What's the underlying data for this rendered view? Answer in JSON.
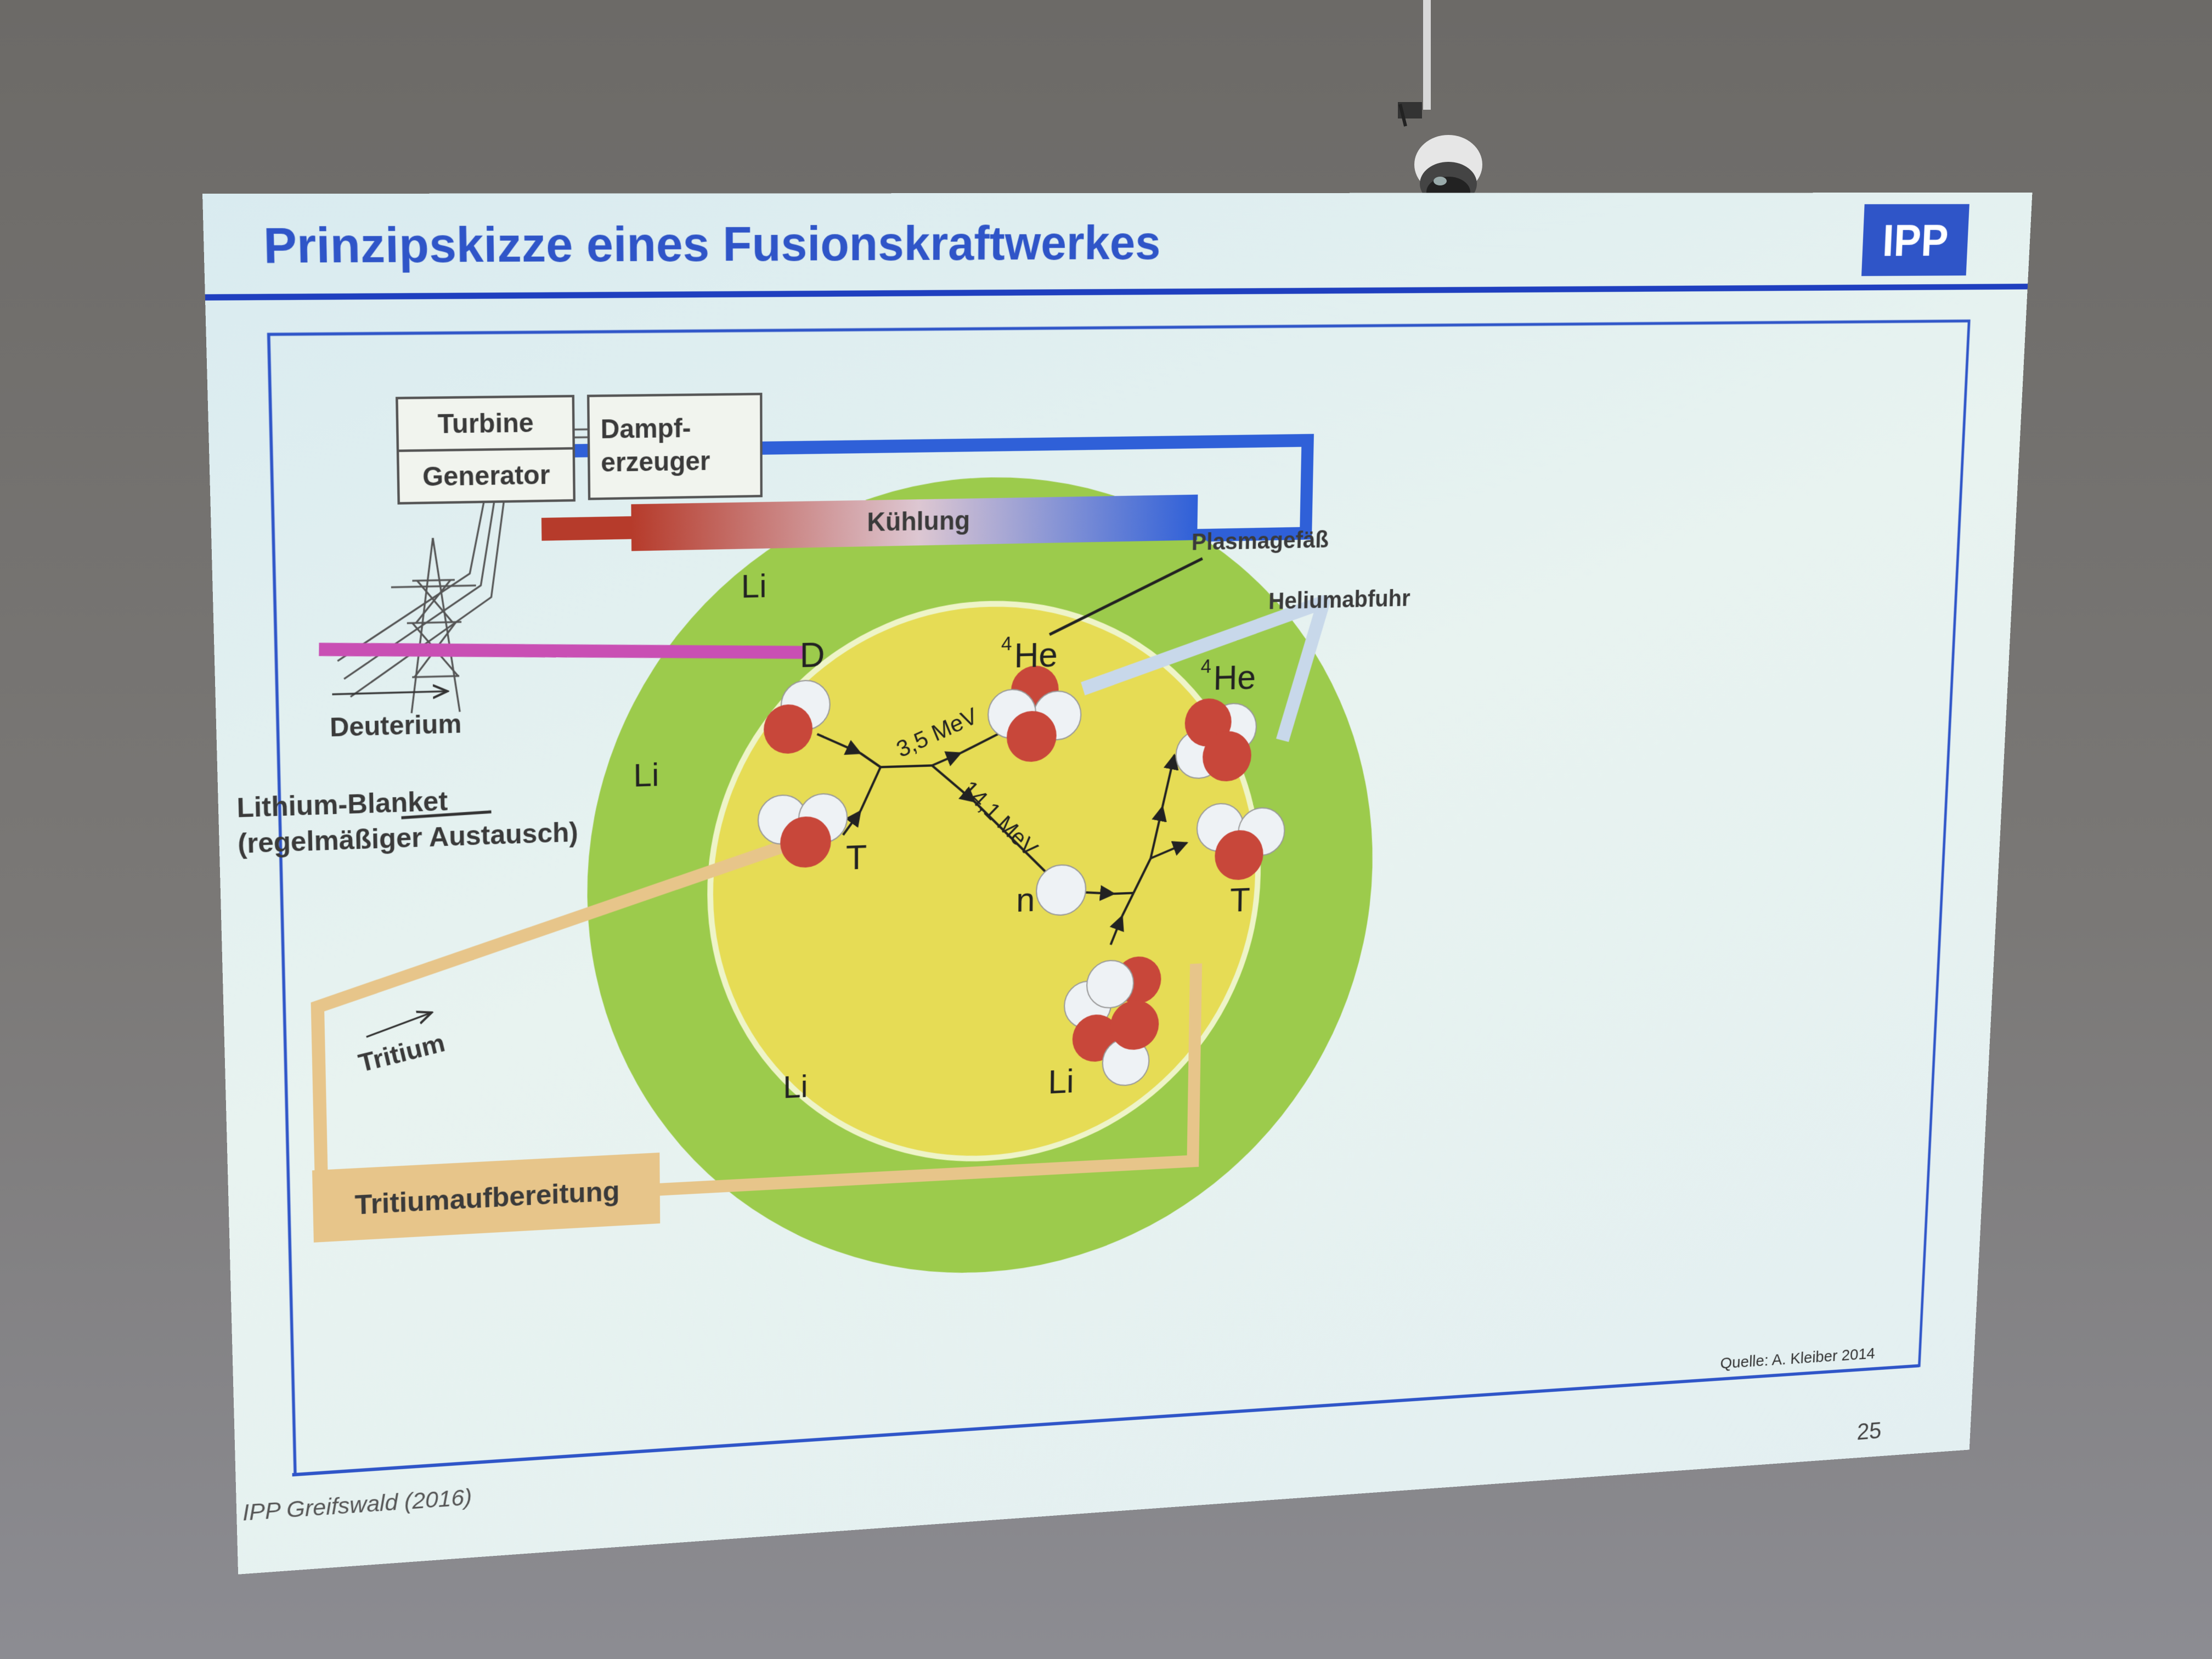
{
  "slide": {
    "title": "Prinzipskizze eines Fusionskraftwerkes",
    "logo_text": "IPP",
    "footer_left": "IPP Greifswald (2016)",
    "source": "Quelle: A. Kleiber 2014",
    "page_number": "25"
  },
  "diagram": {
    "turbine": "Turbine",
    "generator": "Generator",
    "steam_gen_1": "Dampf-",
    "steam_gen_2": "erzeuger",
    "cooling": "Kühlung",
    "vessel": "Plasmagefäß",
    "helium_exhaust": "Heliumabfuhr",
    "deuterium": "Deuterium",
    "blanket_1": "Lithium-Blanket",
    "blanket_2": "(regelmäßiger Austausch)",
    "tritium": "Tritium",
    "tritium_processing": "Tritiumaufbereitung",
    "li_top": "Li",
    "li_left": "Li",
    "li_bottom": "Li",
    "li_nucleus": "Li",
    "d_label": "D",
    "t_label": "T",
    "he_inner_label": "He",
    "he_outer_label": "He",
    "he_mass": "4",
    "n_label": "n",
    "t_bred_label": "T",
    "energy_he": "3,5 MeV",
    "energy_n": "14,1 MeV"
  },
  "colors": {
    "title_blue": "#2f55c8",
    "rule_blue": "#1f3fbf",
    "blanket_green": "#9ccb4c",
    "plasma_yellow": "#e6dc55",
    "proton_red": "#c8473a",
    "deuterium_pink": "#c94fb4",
    "tritium_tan": "#e7c58a",
    "cooling_blue": "#2f60d8"
  }
}
